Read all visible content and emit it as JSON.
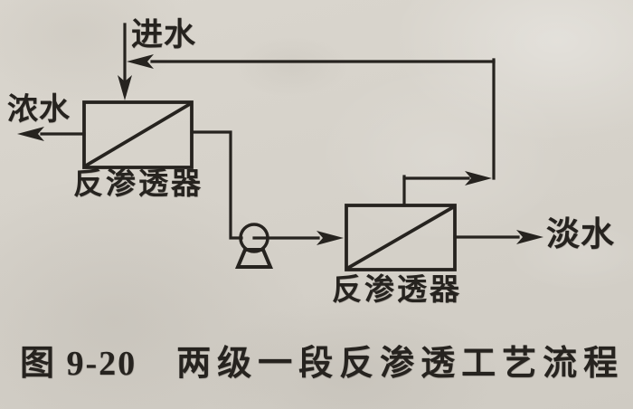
{
  "figure": {
    "caption": {
      "number": "图 9-20",
      "title": "两级一段反渗透工艺流程"
    },
    "labels": {
      "feed_water": "进水",
      "concentrated_water": "浓水",
      "fresh_water": "淡水",
      "ro_unit_1": "反渗透器",
      "ro_unit_2": "反渗透器"
    },
    "icons": {
      "ro_unit": "rectangle-with-diagonal-membrane-icon",
      "pump": "circle-on-pedestal-pump-icon",
      "flow": "barbed-arrow-icon"
    },
    "colors": {
      "paper": "#d5d1c9",
      "ink": "#26231f"
    }
  }
}
